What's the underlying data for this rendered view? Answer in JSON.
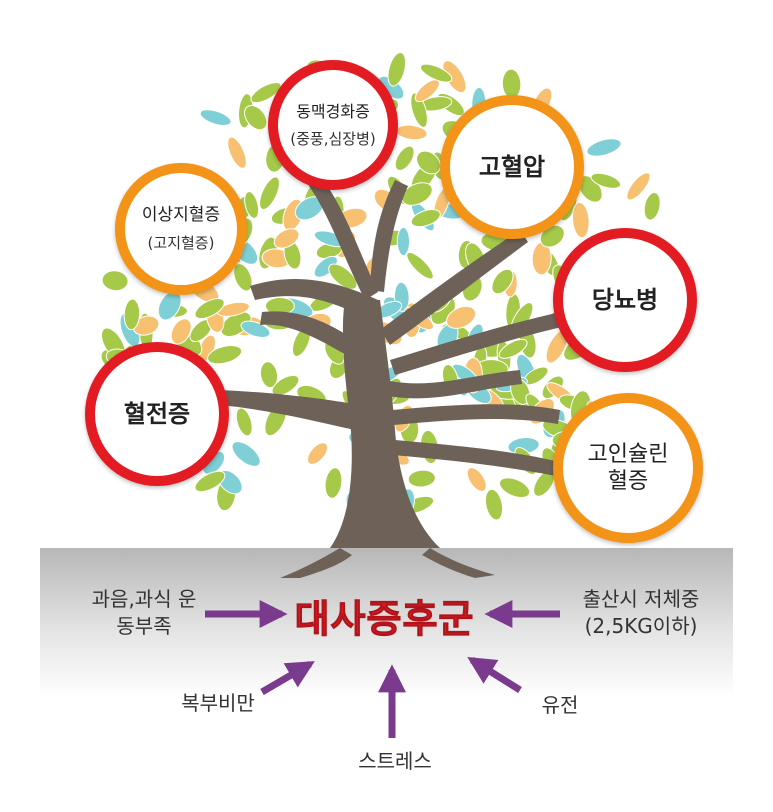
{
  "colors": {
    "red_ring": "#e31c23",
    "orange_ring": "#f39419",
    "trunk": "#6e6258",
    "leaf_green": "#a6c94a",
    "leaf_orange": "#f7c171",
    "leaf_blue": "#7fcfd6",
    "ground": "#bdbdbd",
    "arrow": "#7a3b8f",
    "title": "#e01e25"
  },
  "center": {
    "title": "대사증후군"
  },
  "diseases": [
    {
      "main": "동맥경화증",
      "sub": "(중풍,심장병)",
      "ring": "red"
    },
    {
      "main": "이상지혈증",
      "sub": "(고지혈증)",
      "ring": "orange"
    },
    {
      "main": "고혈압",
      "sub": "",
      "ring": "orange"
    },
    {
      "main": "당뇨병",
      "sub": "",
      "ring": "red"
    },
    {
      "main": "혈전증",
      "sub": "",
      "ring": "red"
    },
    {
      "main": "고인슐린 혈증",
      "sub": "",
      "ring": "orange"
    }
  ],
  "causes": {
    "left": "과음,과식 운동부족",
    "right": "출산시 저체중 (2,5KG이하)",
    "lower_left": "복부비만",
    "bottom": "스트레스",
    "lower_right": "유전"
  }
}
